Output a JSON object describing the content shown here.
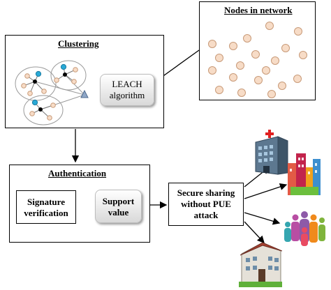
{
  "nodes_box": {
    "title": "Nodes in network",
    "node_count": 20
  },
  "clustering_box": {
    "title": "Clustering",
    "leach_line1": "LEACH",
    "leach_line2": "algorithm"
  },
  "authentication_box": {
    "title": "Authentication",
    "signature_line1": "Signature",
    "signature_line2": "verification",
    "support_line1": "Support",
    "support_line2": "value"
  },
  "secure_box": {
    "line1": "Secure sharing",
    "line2": "without PUE",
    "line3": "attack"
  },
  "targets": [
    "hospital-icon",
    "city-buildings-icon",
    "people-group-icon",
    "school-building-icon"
  ],
  "colors": {
    "node_fill": "#f7dcc7",
    "node_stroke": "#c89a78",
    "head_node": "#29a9d6",
    "base_station": "#8fa7c7"
  }
}
